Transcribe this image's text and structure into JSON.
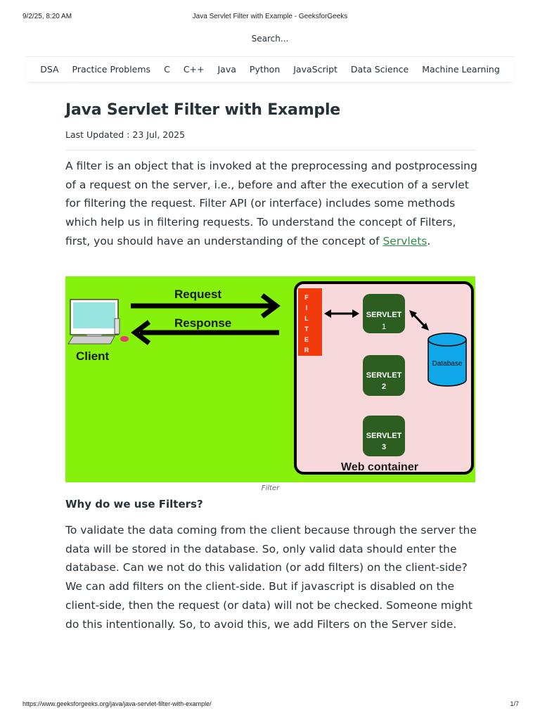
{
  "print_header": {
    "datetime": "9/2/25, 8:20 AM",
    "title": "Java Servlet Filter with Example - GeeksforGeeks"
  },
  "search": {
    "label": "Search..."
  },
  "nav": {
    "items": [
      "DSA",
      "Practice Problems",
      "C",
      "C++",
      "Java",
      "Python",
      "JavaScript",
      "Data Science",
      "Machine Learning"
    ]
  },
  "article": {
    "title": "Java Servlet Filter with Example",
    "last_updated": "Last Updated : 23 Jul, 2025",
    "intro_text": "A filter is an object that is invoked at the preprocessing and postprocessing of a request on the server, i.e., before and after the execution of a servlet for filtering the request. Filter API (or interface) includes some methods which help us in filtering requests. To understand the concept of Filters, first, you should have an understanding of the concept of ",
    "intro_link": "Servlets",
    "intro_end": ".",
    "figure": {
      "request_label": "Request",
      "response_label": "Response",
      "client_label": "Client",
      "filter_letters": [
        "F",
        "I",
        "L",
        "T",
        "E",
        "R"
      ],
      "servlets": [
        {
          "name": "SERVLET",
          "number": "1"
        },
        {
          "name": "SERVLET",
          "number": "2"
        },
        {
          "name": "SERVLET",
          "number": "3"
        }
      ],
      "database_label": "Database",
      "container_label": "Web container",
      "colors": {
        "background": "#86f10a",
        "container_fill": "#f7d9dc",
        "filter_fill": "#f23b0c",
        "servlet_fill": "#2c5d21",
        "database_fill": "#0fa7e8"
      }
    },
    "caption": "Filter",
    "section_heading": "Why do we use Filters?",
    "section_text": "To validate the data coming from the client because through the server the data will be stored in the database. So, only valid data should enter the database. Can we not do this validation (or add filters) on the client-side? We can add filters on the client-side. But if javascript is disabled on the client-side, then the request (or data) will not be checked. Someone might do this intentionally. So, to avoid this, we add Filters on the Server side."
  },
  "print_footer": {
    "url": "https://www.geeksforgeeks.org/java/java-servlet-filter-with-example/",
    "page": "1/7"
  }
}
